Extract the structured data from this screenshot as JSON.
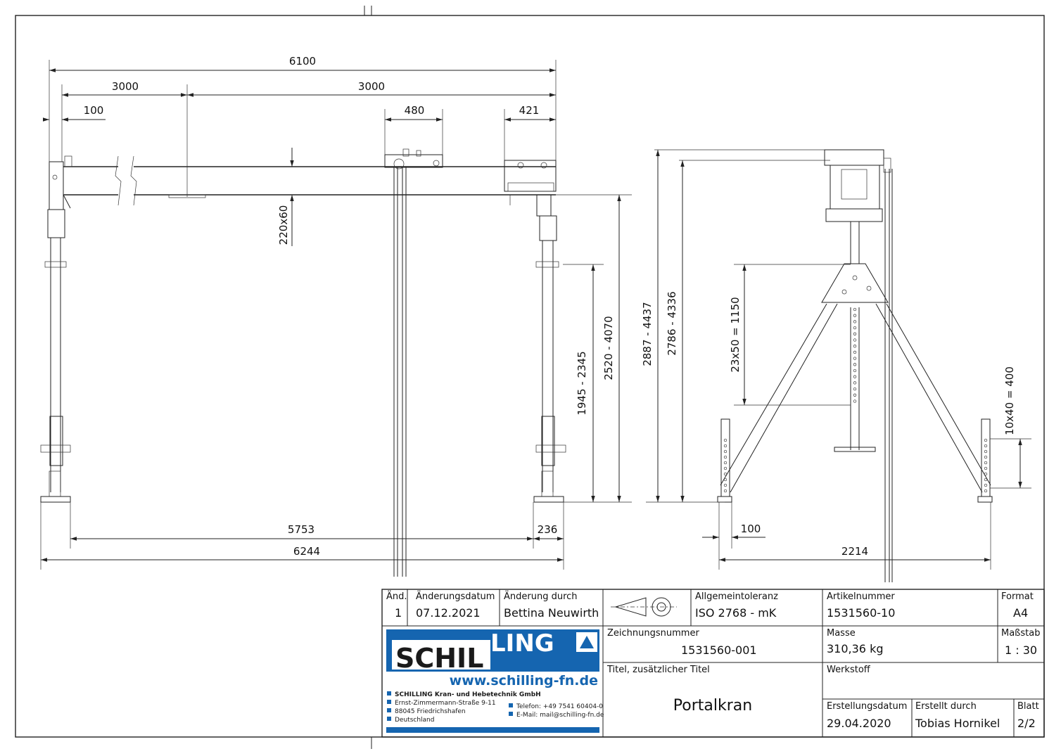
{
  "dimensions": {
    "overall_width_top": "6100",
    "half_span_left": "3000",
    "half_span_right": "3000",
    "offset_100_top": "100",
    "trolley_width": "480",
    "end_carriage_width": "421",
    "beam_profile": "220x60",
    "height_range_1": "1945 - 2345",
    "height_range_2": "2520 - 4070",
    "base_span": "5753",
    "foot_width": "236",
    "overall_width_bottom": "6244",
    "side_height_1": "2887 - 4437",
    "side_height_2": "2786 - 4336",
    "hole_pattern_column": "23x50 = 1150",
    "hole_pattern_leg": "10x40 = 400",
    "side_offset_100": "100",
    "side_span": "2214"
  },
  "title_block": {
    "rev_header": "Änd.",
    "rev_value": "1",
    "change_date_header": "Änderungsdatum",
    "change_date_value": "07.12.2021",
    "changed_by_header": "Änderung durch",
    "changed_by_value": "Bettina Neuwirth",
    "tolerance_label": "Allgemeintoleranz",
    "tolerance_value": "ISO 2768 - mK",
    "article_label": "Artikelnummer",
    "article_value": "1531560-10",
    "format_label": "Format",
    "format_value": "A4",
    "drawing_no_label": "Zeichnungsnummer",
    "drawing_no_value": "1531560-001",
    "mass_label": "Masse",
    "mass_value": "310,36 kg",
    "scale_label": "Maßstab",
    "scale_value": "1 : 30",
    "title_label": "Titel, zusätzlicher Titel",
    "title_value": "Portalkran",
    "material_label": "Werkstoff",
    "created_date_label": "Erstellungsdatum",
    "created_date_value": "29.04.2020",
    "created_by_label": "Erstellt durch",
    "created_by_value": "Tobias Hornikel",
    "sheet_label": "Blatt",
    "sheet_value": "2/2"
  },
  "company": {
    "logo_left": "SCHIL",
    "logo_right": "LING",
    "website": "www.schilling-fn.de",
    "name": "SCHILLING Kran- und Hebetechnik GmbH",
    "street": "Ernst-Zimmermann-Straße 9-11",
    "city": "88045 Friedrichshafen",
    "country": "Deutschland",
    "phone": "Telefon: +49 7541 60404-0",
    "email": "E-Mail: mail@schilling-fn.de",
    "brand_color": "#1565b0"
  }
}
